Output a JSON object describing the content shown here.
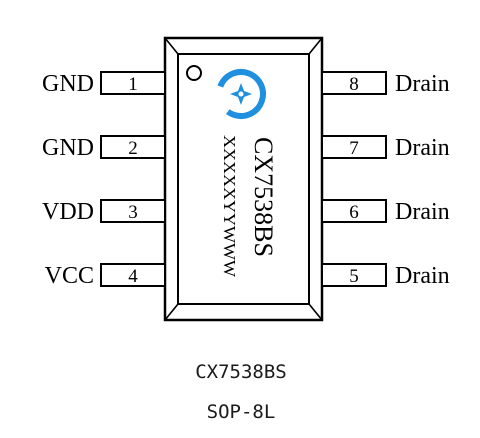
{
  "package": {
    "part_marking": "CX7538BS",
    "date_code_marking": "XXXXXYYWWW",
    "logo_icon": "star-swirl-logo-icon",
    "logo_color": "#1f8fe0"
  },
  "pins": {
    "left": [
      {
        "number": "1",
        "name": "GND"
      },
      {
        "number": "2",
        "name": "GND"
      },
      {
        "number": "3",
        "name": "VDD"
      },
      {
        "number": "4",
        "name": "VCC"
      }
    ],
    "right": [
      {
        "number": "8",
        "name": "Drain"
      },
      {
        "number": "7",
        "name": "Drain"
      },
      {
        "number": "6",
        "name": "Drain"
      },
      {
        "number": "5",
        "name": "Drain"
      }
    ]
  },
  "caption": {
    "part_number": "CX7538BS",
    "package_type": "SOP-8L"
  }
}
